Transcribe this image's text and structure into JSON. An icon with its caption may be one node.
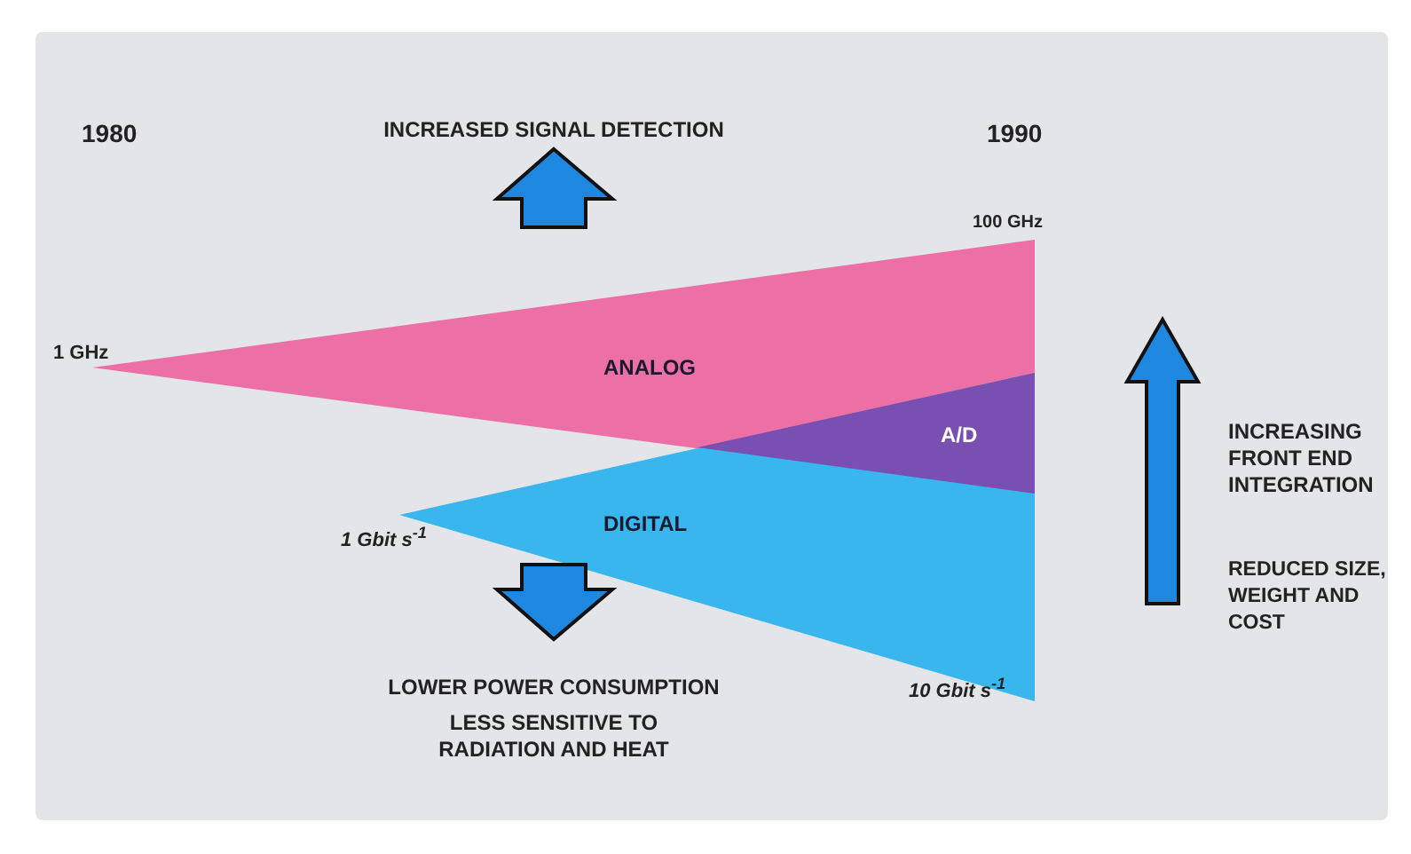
{
  "diagram": {
    "nodes": [
      {
        "text": [
          "ANALOG"
        ]
      },
      {
        "text": [
          "A/D"
        ]
      },
      {
        "text": [
          "DIGITAL"
        ]
      }
    ],
    "labels": [
      "1980",
      "INCREASED SIGNAL DETECTION",
      "1990",
      "100 GHz",
      "1 GHz",
      "1 Gbit s$^{-1}$",
      "10 Gbit s$^{-1}$",
      "INCREASING FRONT END INTEGRATION",
      "REDUCED SIZE, WEIGHT AND COST",
      "LOWER POWER CONSUMPTION",
      "LESS SENSITIVE TO RADIATION AND HEAT"
    ]
  }
}
